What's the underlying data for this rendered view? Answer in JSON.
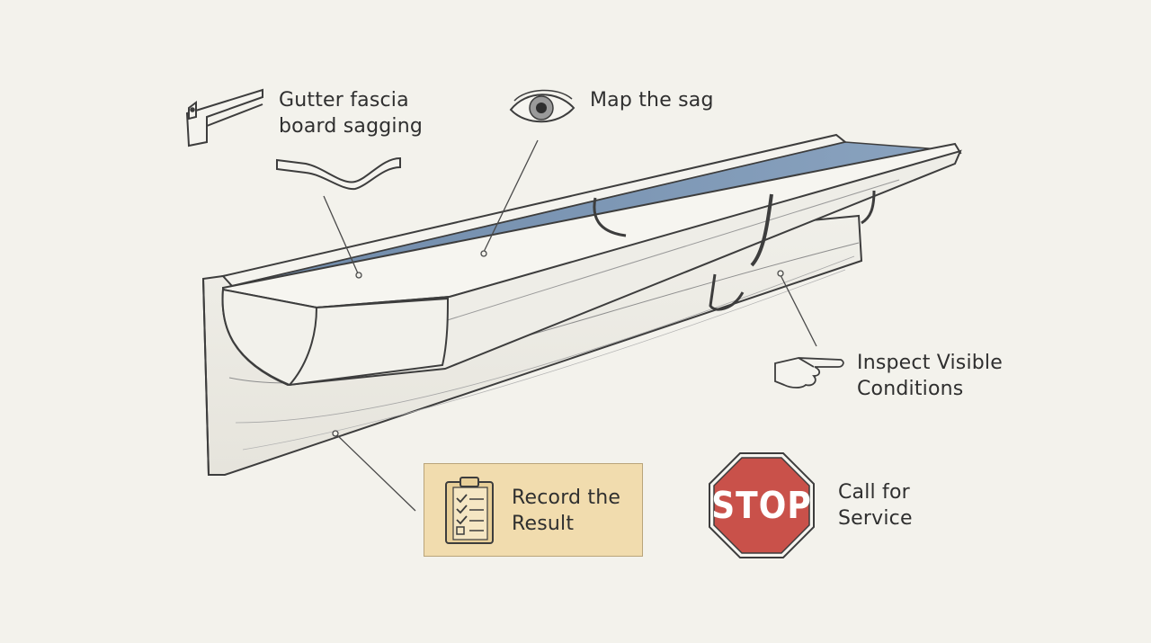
{
  "labels": {
    "fascia": [
      "Gutter fascia",
      "board sagging"
    ],
    "map": [
      "Map the sag"
    ],
    "inspect": [
      "Inspect Visible",
      "Conditions"
    ],
    "record": [
      "Record the",
      "Result"
    ],
    "call": [
      "Call for",
      "Service"
    ]
  },
  "stop_sign": {
    "text": "STOP",
    "color": "#c9514a"
  },
  "colors": {
    "background": "#f3f2ec",
    "gutter_water": "#7b95b3",
    "record_card": "#f1dcae",
    "line": "#4a4a4a"
  },
  "icons": [
    "gutter-profile-icon",
    "sagging-board-icon",
    "eye-icon",
    "pointing-hand-icon",
    "clipboard-checklist-icon",
    "stop-sign-icon"
  ]
}
